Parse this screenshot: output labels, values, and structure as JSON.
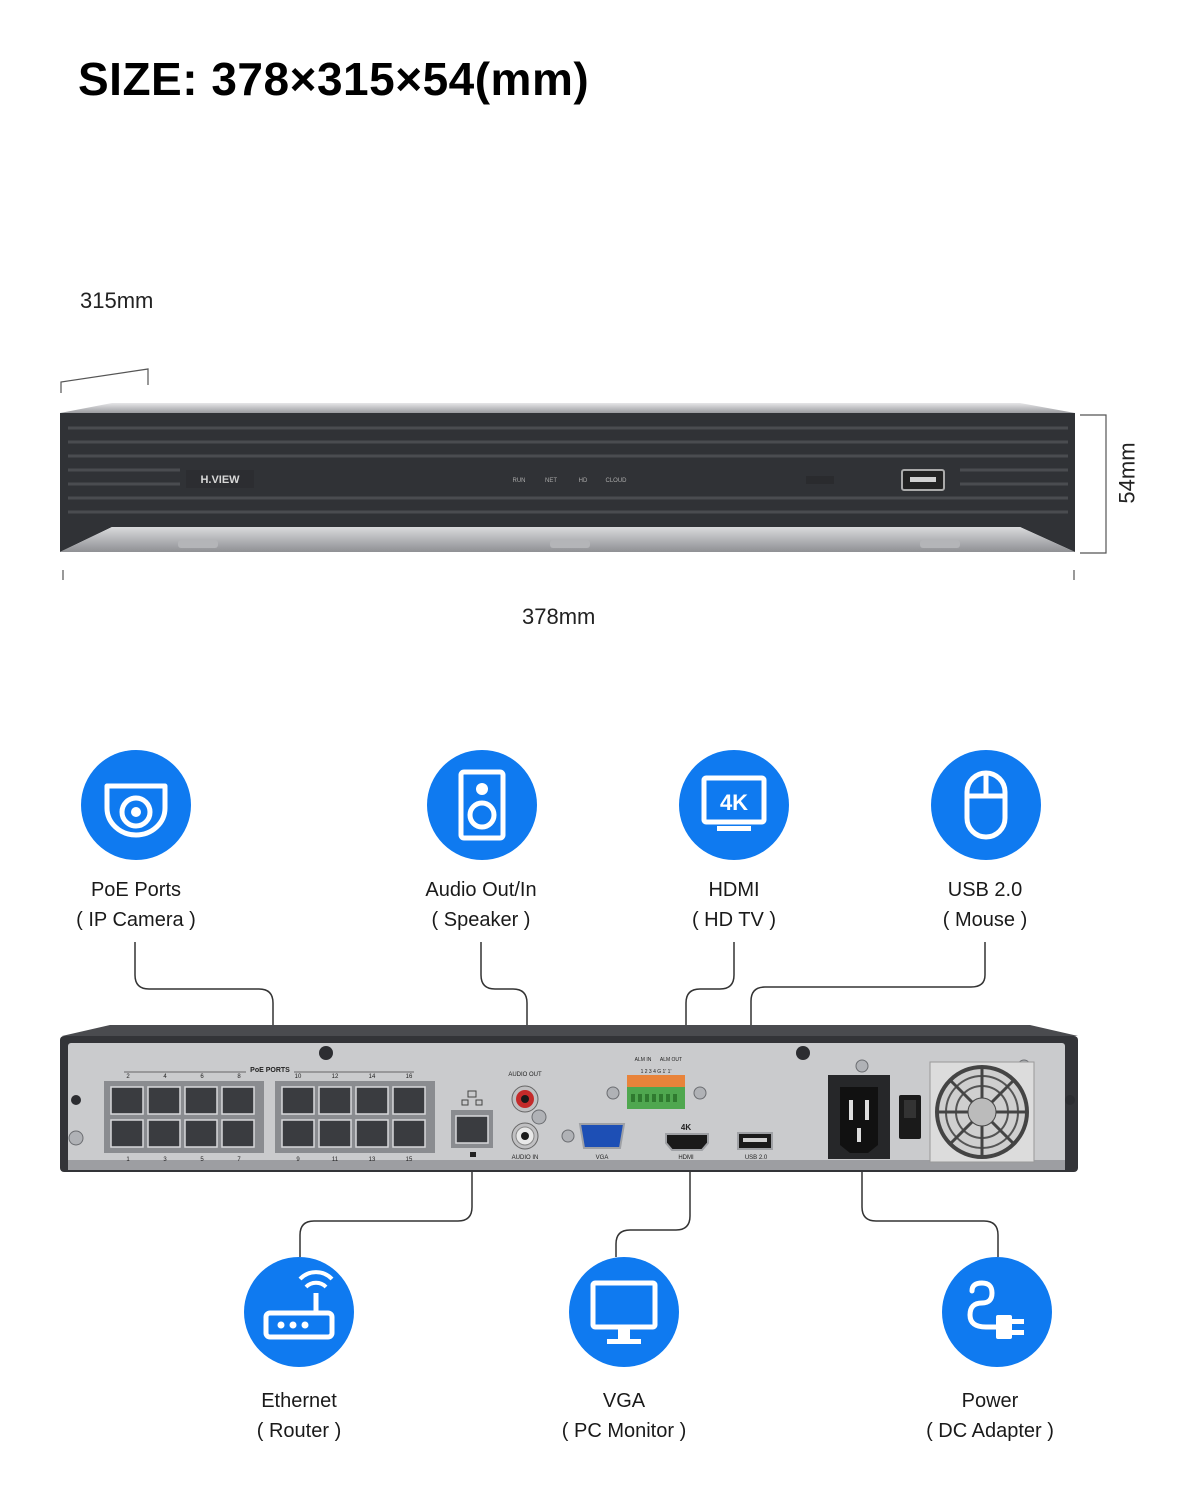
{
  "title": "SIZE: 378×315×54(mm)",
  "dimensions": {
    "depth": "315mm",
    "width": "378mm",
    "height": "54mm"
  },
  "front_panel": {
    "brand": "H.VIEW",
    "indicators": [
      "RUN",
      "NET",
      "HD",
      "CLOUD"
    ]
  },
  "rear_panel": {
    "poe_label": "PoE PORTS",
    "poe_top_numbers": [
      "2",
      "4",
      "6",
      "8",
      "10",
      "12",
      "14",
      "16"
    ],
    "poe_bottom_numbers": [
      "1",
      "3",
      "5",
      "7",
      "9",
      "11",
      "13",
      "15"
    ],
    "audio_out": "AUDIO OUT",
    "audio_in": "AUDIO IN",
    "vga": "VGA",
    "hdmi": "HDMI",
    "hdmi_badge": "4K",
    "usb": "USB 2.0",
    "alarm_in": "ALM IN",
    "alarm_out": "ALM OUT",
    "alarm_pins": "1 2 3 4 G 1' 1'"
  },
  "features_top": [
    {
      "icon": "dome-camera-icon",
      "line1": "PoE Ports",
      "line2": "( IP Camera )"
    },
    {
      "icon": "speaker-icon",
      "line1": "Audio Out/In",
      "line2": "( Speaker )"
    },
    {
      "icon": "4k-display-icon",
      "icon_text": "4K",
      "line1": "HDMI",
      "line2": "( HD TV )"
    },
    {
      "icon": "mouse-icon",
      "line1": "USB 2.0",
      "line2": "( Mouse )"
    }
  ],
  "features_bottom": [
    {
      "icon": "router-icon",
      "line1": "Ethernet",
      "line2": "( Router )"
    },
    {
      "icon": "monitor-icon",
      "line1": "VGA",
      "line2": "( PC Monitor )"
    },
    {
      "icon": "power-plug-icon",
      "line1": "Power",
      "line2": "( DC Adapter )"
    }
  ],
  "colors": {
    "accent": "#0f7af0",
    "device_dark": "#3a3c40",
    "device_silver": "#c9cacc"
  }
}
